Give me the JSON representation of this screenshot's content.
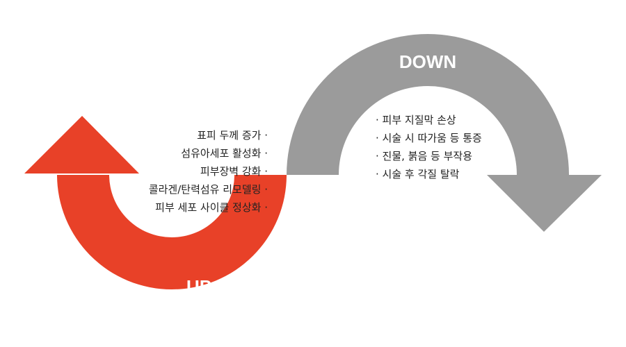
{
  "up": {
    "label": "UP",
    "color": "#e84128",
    "items": [
      "표피 두께 증가 ·",
      "섬유아세포 활성화 ·",
      "피부장벽 강화 ·",
      "콜라겐/탄력섬유 리모델링 ·",
      "피부 세포 사이클 정상화 ·"
    ]
  },
  "down": {
    "label": "DOWN",
    "color": "#9b9b9b",
    "items": [
      "· 피부 지질막 손상",
      "· 시술 시 따가움 등 통증",
      "· 진물, 붉음 등 부작용",
      "· 시술 후 각질 탈락"
    ]
  }
}
